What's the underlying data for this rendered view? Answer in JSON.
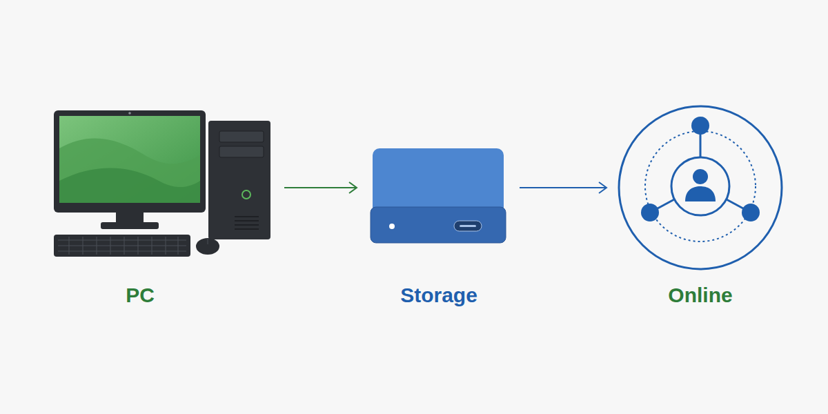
{
  "diagram": {
    "nodes": [
      {
        "text": [
          "PC"
        ]
      },
      {
        "text": [
          "Storage"
        ]
      },
      {
        "text": [
          "Online"
        ]
      }
    ],
    "edges": [
      {
        "from": 0,
        "to": 1,
        "arrow": "to"
      },
      {
        "from": 1,
        "to": 2,
        "arrow": "to"
      }
    ]
  }
}
